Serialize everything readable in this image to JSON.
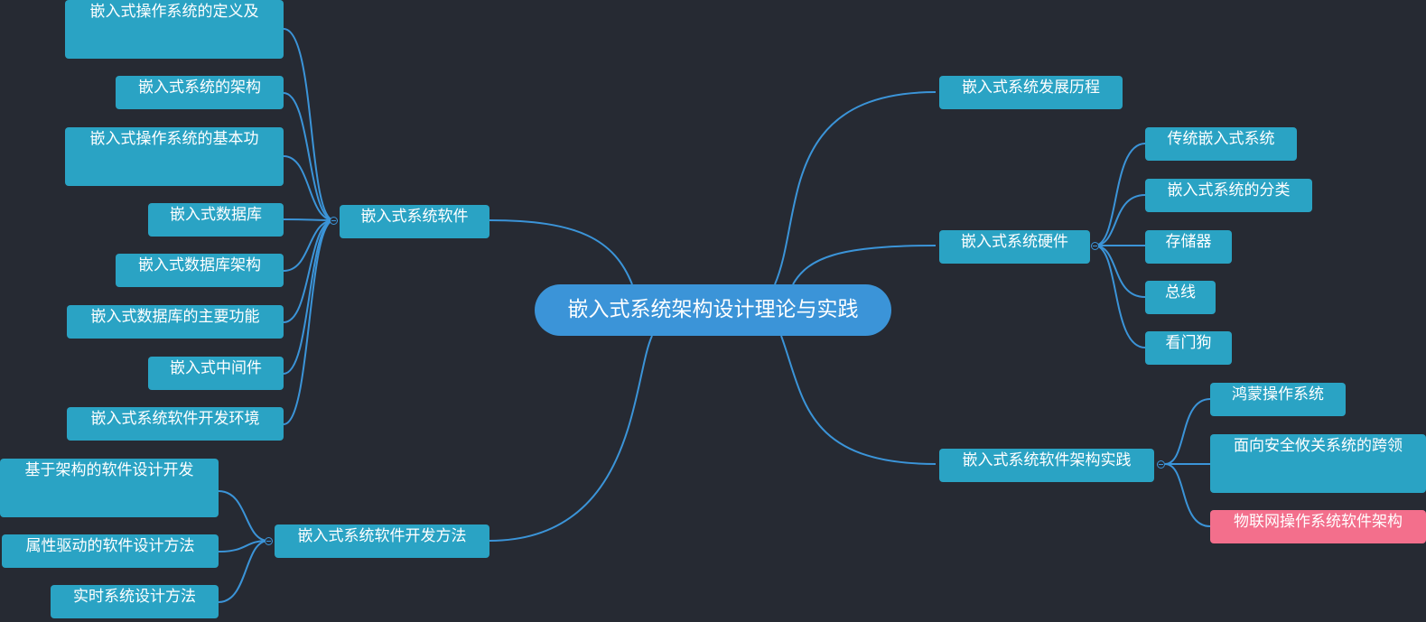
{
  "colors": {
    "background": "#262a33",
    "root": "#3b94d8",
    "node": "#2aa3c4",
    "highlight": "#f36f8c",
    "link": "#3b94d8"
  },
  "root": {
    "label": "嵌入式系统架构设计理论与实践"
  },
  "branches": {
    "software": {
      "label": "嵌入式系统软件",
      "children": [
        "嵌入式操作系统的定义及",
        "嵌入式系统的架构",
        "嵌入式操作系统的基本功",
        "嵌入式数据库",
        "嵌入式数据库架构",
        "嵌入式数据库的主要功能",
        "嵌入式中间件",
        "嵌入式系统软件开发环境"
      ]
    },
    "methods": {
      "label": "嵌入式系统软件开发方法",
      "children": [
        "基于架构的软件设计开发",
        "属性驱动的软件设计方法",
        "实时系统设计方法"
      ]
    },
    "history": {
      "label": "嵌入式系统发展历程"
    },
    "hardware": {
      "label": "嵌入式系统硬件",
      "children": [
        "传统嵌入式系统",
        "嵌入式系统的分类",
        "存储器",
        "总线",
        "看门狗"
      ]
    },
    "practice": {
      "label": "嵌入式系统软件架构实践",
      "children": [
        "鸿蒙操作系统",
        "面向安全攸关系统的跨领",
        "物联网操作系统软件架构"
      ]
    }
  }
}
